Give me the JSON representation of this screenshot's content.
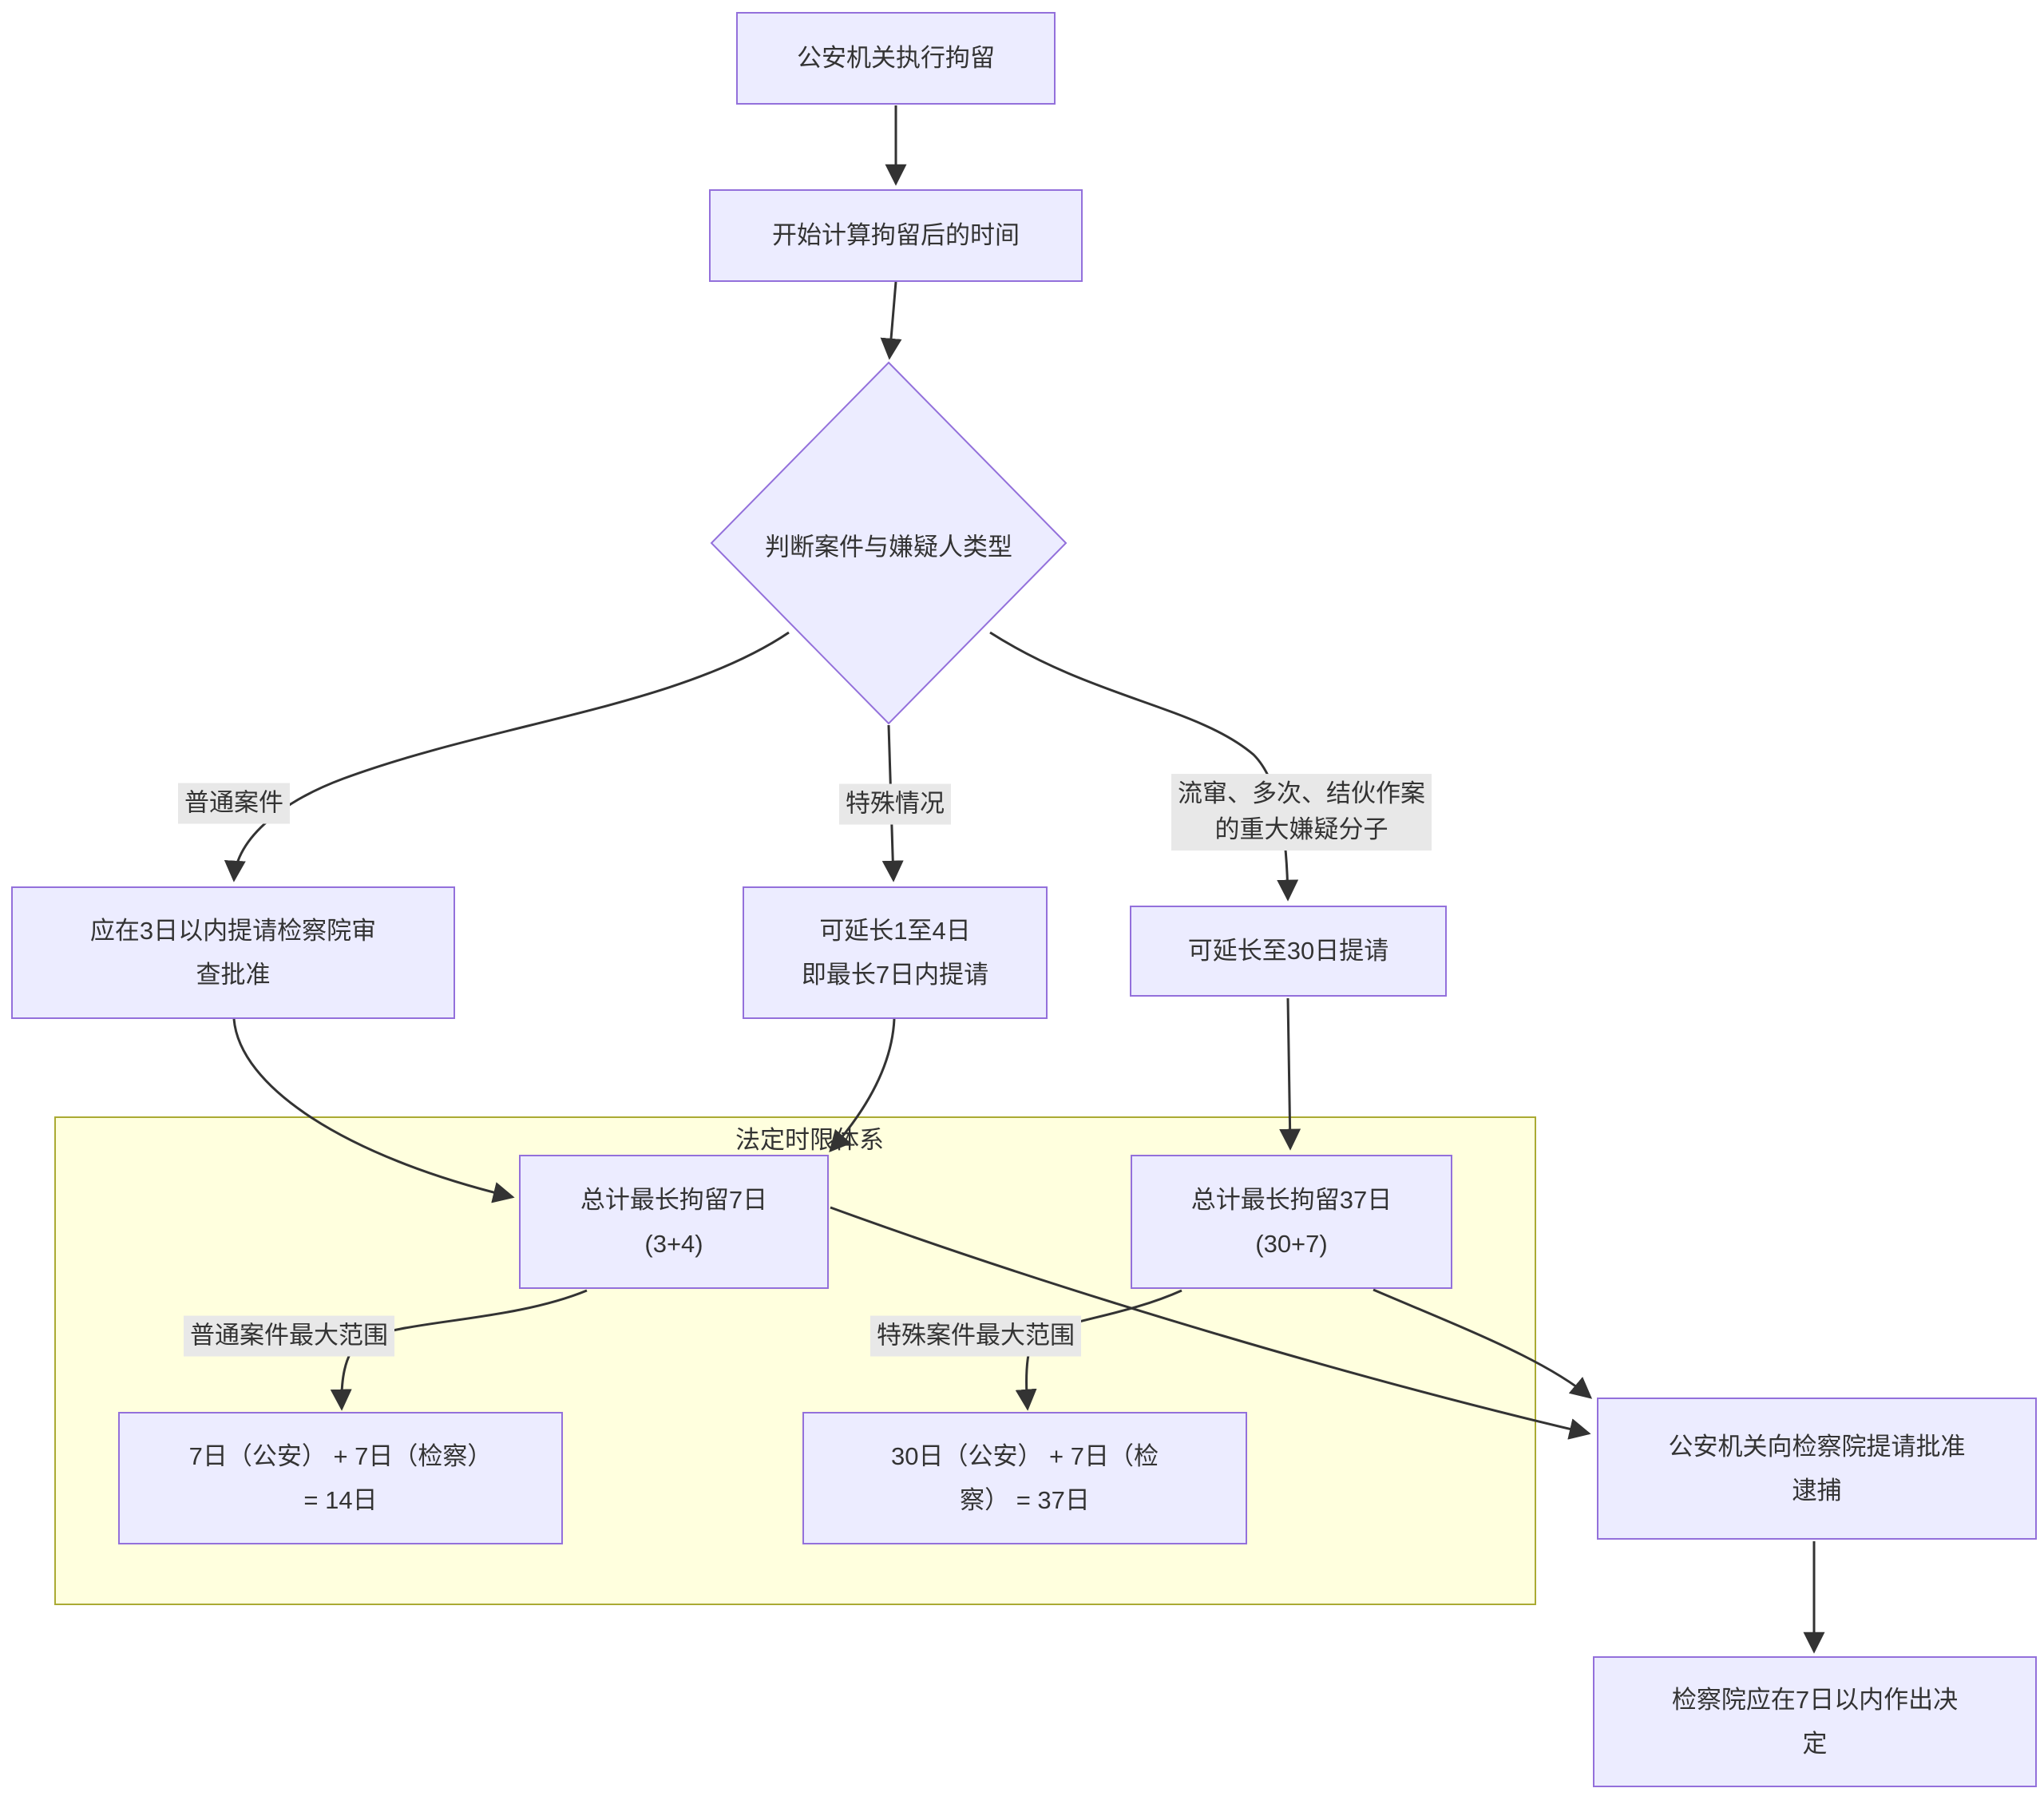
{
  "diagram": {
    "cluster_label": "法定时限体系",
    "nodes": {
      "detain": {
        "label": "公安机关执行拘留"
      },
      "start_timer": {
        "label": "开始计算拘留后的时间"
      },
      "decide_type": {
        "label": "判断案件与嫌疑人类型"
      },
      "ordinary_3days": {
        "line1": "应在3日以内提请检察院审",
        "line2": "查批准"
      },
      "special_extend": {
        "line1": "可延长1至4日",
        "line2": "即最长7日内提请"
      },
      "major_extend": {
        "label": "可延长至30日提请"
      },
      "total7": {
        "line1": "总计最长拘留7日",
        "line2": "(3+4)"
      },
      "total37": {
        "line1": "总计最长拘留37日",
        "line2": "(30+7)"
      },
      "max14": {
        "line1": "7日（公安） + 7日（检察）",
        "line2": "= 14日"
      },
      "max37": {
        "line1": "30日（公安） + 7日（检",
        "line2": "察） = 37日"
      },
      "request_arrest": {
        "line1": "公安机关向检察院提请批准",
        "line2": "逮捕"
      },
      "procuratorate_decide": {
        "line1": "检察院应在7日以内作出决",
        "line2": "定"
      }
    },
    "edge_labels": {
      "ordinary": "普通案件",
      "special": "特殊情况",
      "major_line1": "流窜、多次、结伙作案",
      "major_line2": "的重大嫌疑分子",
      "ordinary_max": "普通案件最大范围",
      "special_max": "特殊案件最大范围"
    },
    "colors": {
      "node_fill": "#ECECFF",
      "node_border": "#9370DB",
      "cluster_fill": "#FFFFDE",
      "cluster_border": "#AAAA33",
      "edge": "#333333",
      "edge_label_bg": "#E8E8E8",
      "text": "#333333"
    }
  }
}
